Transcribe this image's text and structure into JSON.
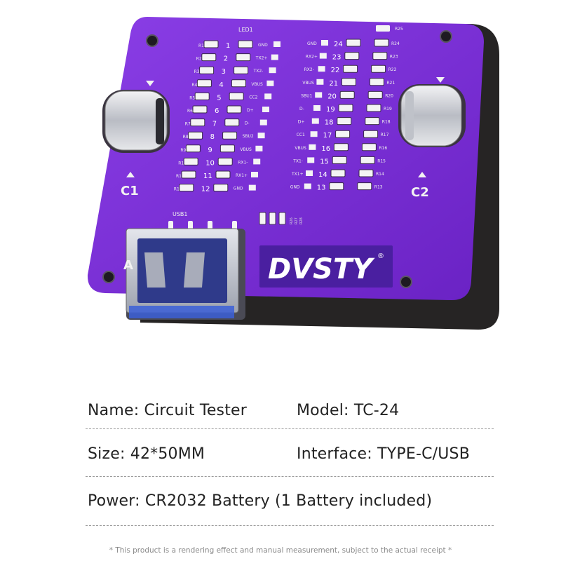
{
  "board": {
    "color": "#7a2ed6",
    "base_color": "#262424",
    "connectors": [
      "C1",
      "C2",
      "A"
    ],
    "usb_label": "USB1",
    "led_label": "LED1",
    "brand": "DVSTY",
    "brand_mark": "®",
    "left_pins": [
      {
        "n": "1",
        "sig": "GND",
        "r": "R1"
      },
      {
        "n": "2",
        "sig": "TX2+",
        "r": "R2"
      },
      {
        "n": "3",
        "sig": "TX2-",
        "r": "R3"
      },
      {
        "n": "4",
        "sig": "VBUS",
        "r": "R4"
      },
      {
        "n": "5",
        "sig": "CC2",
        "r": "R5"
      },
      {
        "n": "6",
        "sig": "D+",
        "r": "R6"
      },
      {
        "n": "7",
        "sig": "D-",
        "r": "R7"
      },
      {
        "n": "8",
        "sig": "SBU2",
        "r": "R8"
      },
      {
        "n": "9",
        "sig": "VBUS",
        "r": "R9"
      },
      {
        "n": "10",
        "sig": "RX1-",
        "r": "R10"
      },
      {
        "n": "11",
        "sig": "RX1+",
        "r": "R11"
      },
      {
        "n": "12",
        "sig": "GND",
        "r": "R12"
      }
    ],
    "right_pins": [
      {
        "n": "24",
        "sig": "GND",
        "r": "R24"
      },
      {
        "n": "23",
        "sig": "RX2+",
        "r": "R23"
      },
      {
        "n": "22",
        "sig": "RX2-",
        "r": "R22"
      },
      {
        "n": "21",
        "sig": "VBUS",
        "r": "R21"
      },
      {
        "n": "20",
        "sig": "SBU1",
        "r": "R20"
      },
      {
        "n": "19",
        "sig": "D-",
        "r": "R19"
      },
      {
        "n": "18",
        "sig": "D+",
        "r": "R18"
      },
      {
        "n": "17",
        "sig": "CC1",
        "r": "R17"
      },
      {
        "n": "16",
        "sig": "VBUS",
        "r": "R16"
      },
      {
        "n": "15",
        "sig": "TX1-",
        "r": "R15"
      },
      {
        "n": "14",
        "sig": "TX1+",
        "r": "R14"
      },
      {
        "n": "13",
        "sig": "GND",
        "r": "R13"
      }
    ],
    "top_right_resistor": "R25",
    "small_resistors": [
      "R26",
      "R27",
      "R28"
    ]
  },
  "specs": {
    "name": "Name: Circuit Tester",
    "model": "Model: TC-24",
    "size": "Size: 42*50MM",
    "interface": "Interface: TYPE-C/USB",
    "power": "Power: CR2032 Battery (1 Battery included)"
  },
  "disclaimer": "* This product is a rendering effect and manual measurement, subject to the actual receipt *"
}
